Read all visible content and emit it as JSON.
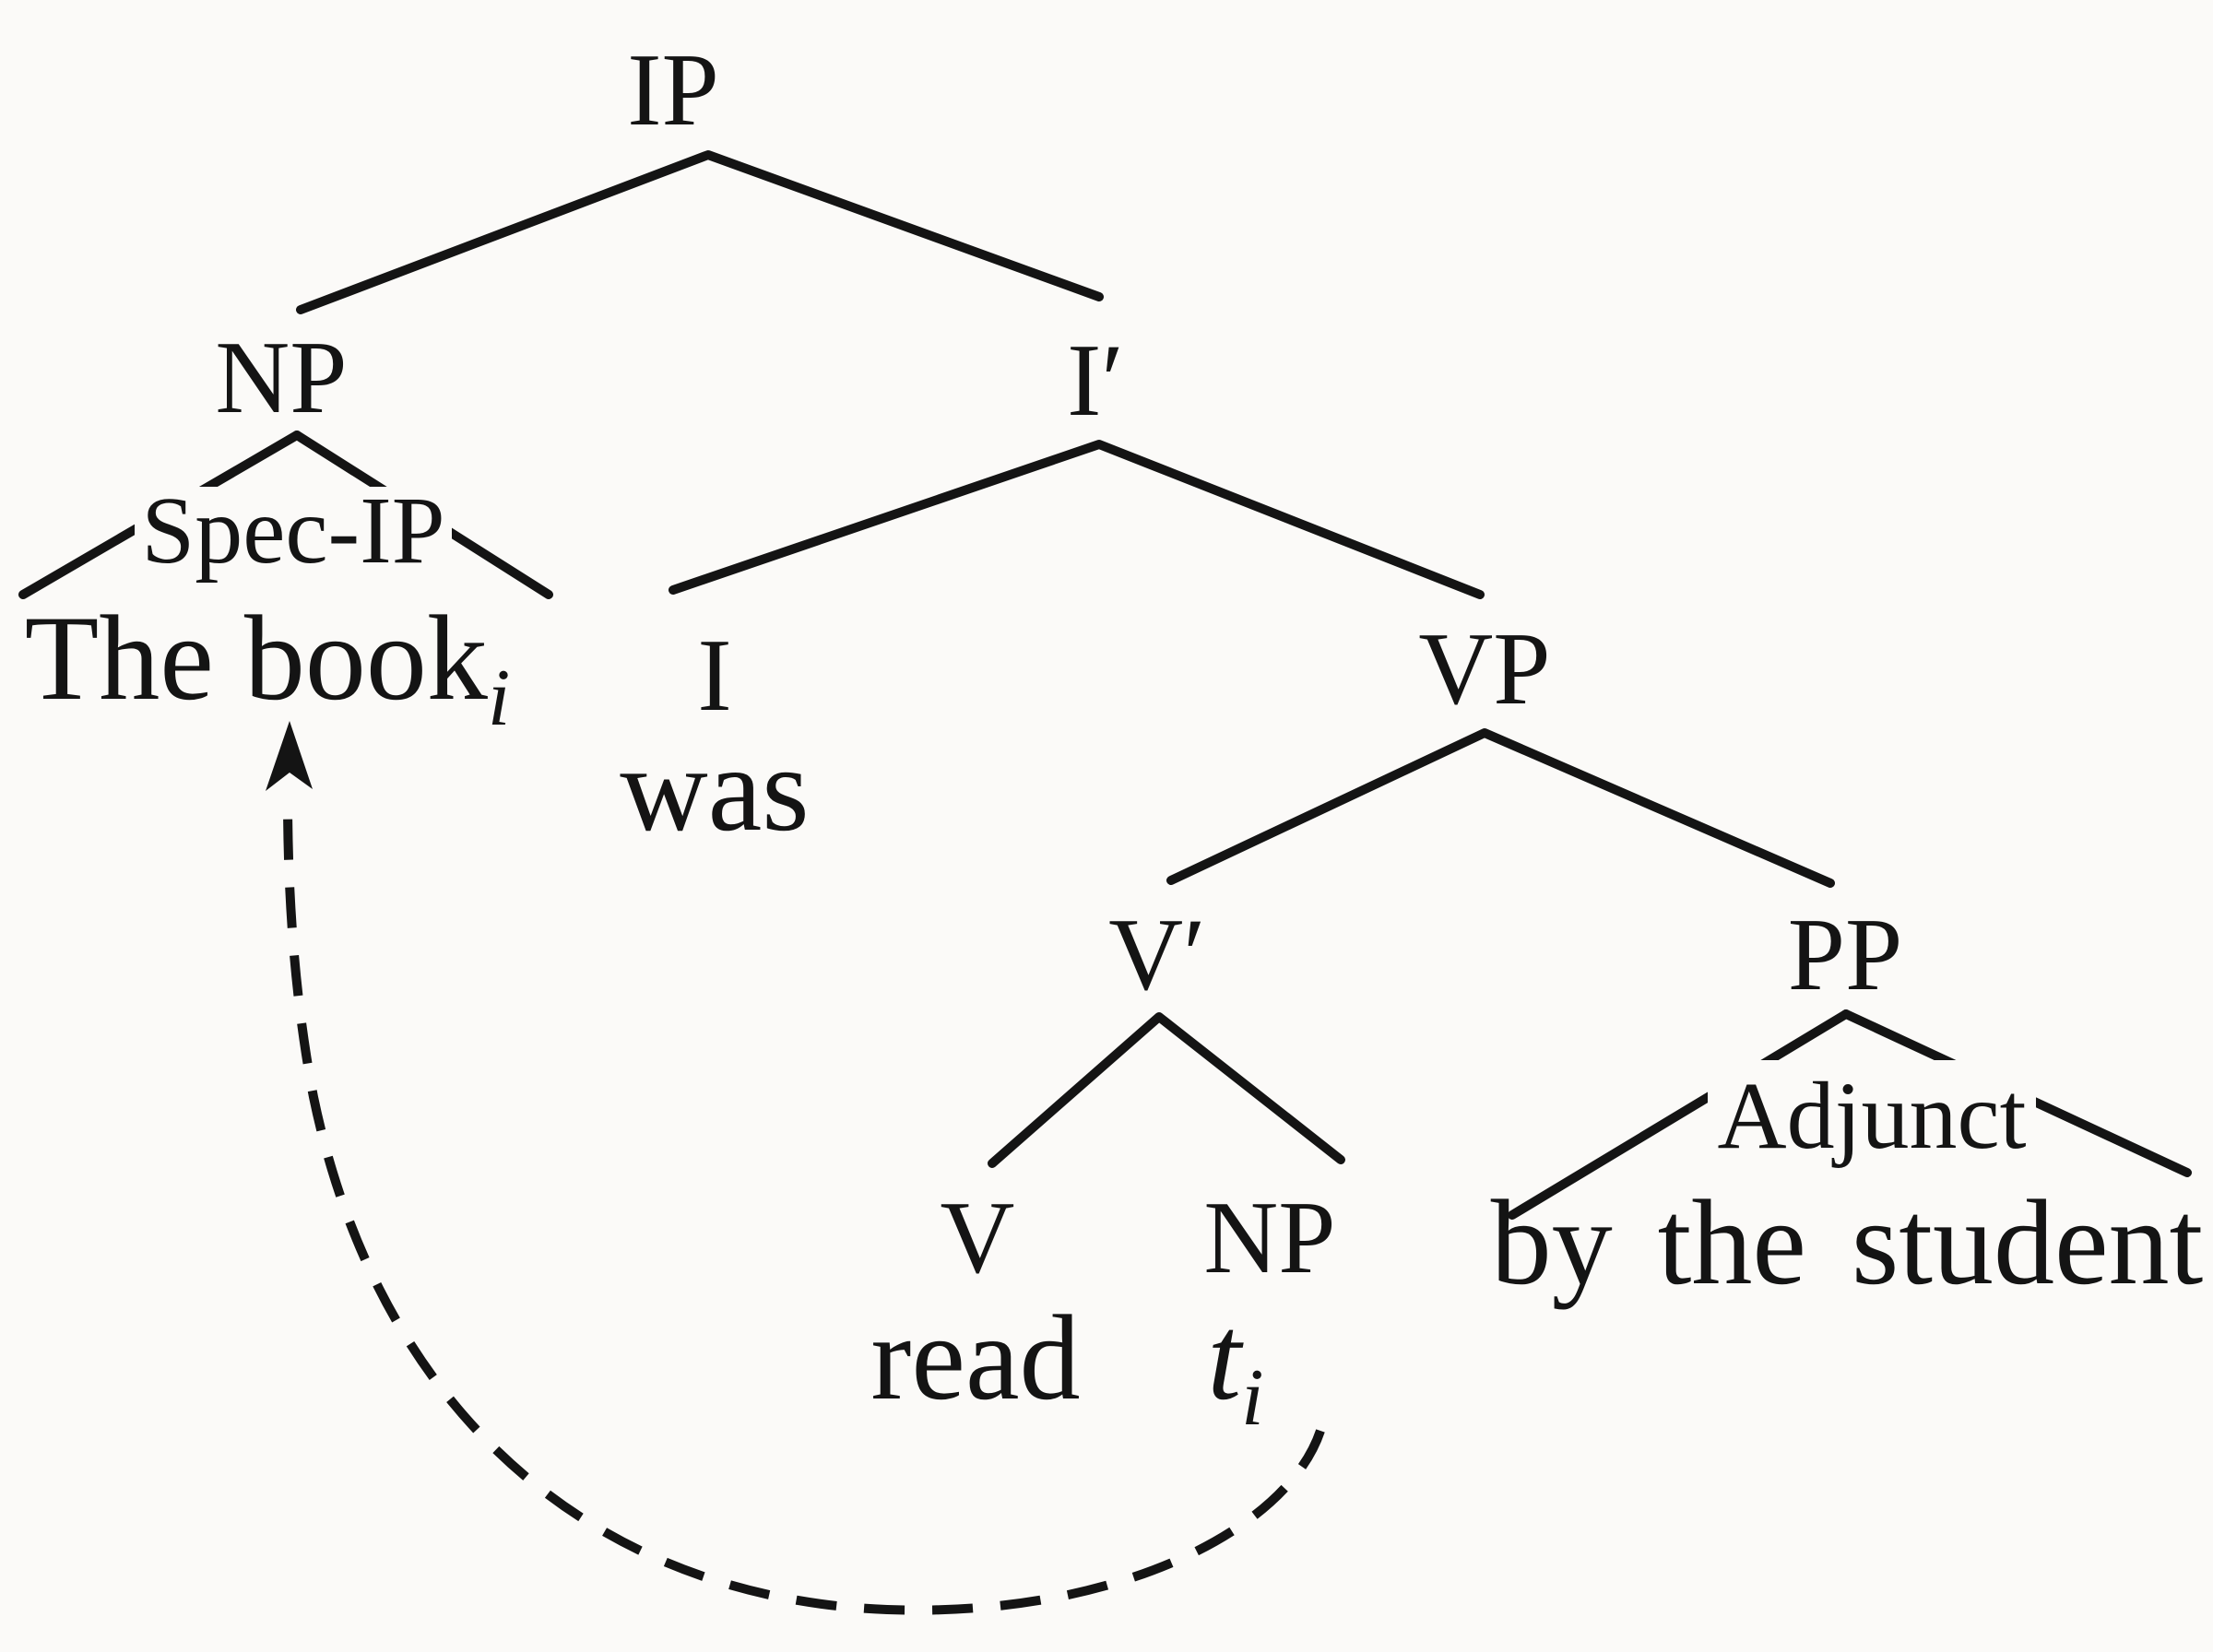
{
  "colors": {
    "paper": "#fbfaf8",
    "ink": "#141414"
  },
  "tree": {
    "nodes": {
      "ip": "IP",
      "np_subject": "NP",
      "i_bar": "I′",
      "spec_ip": "Spec-IP",
      "i_head": "I",
      "vp": "VP",
      "v_bar": "V′",
      "pp": "PP",
      "adjunct": "Adjunct",
      "v_head": "V",
      "np_object": "NP"
    },
    "terminals": {
      "subject_text": "The book",
      "subject_index": "i",
      "aux": "was",
      "verb": "read",
      "trace_text": "t",
      "trace_index": "i",
      "by_phrase": "by the student"
    }
  }
}
